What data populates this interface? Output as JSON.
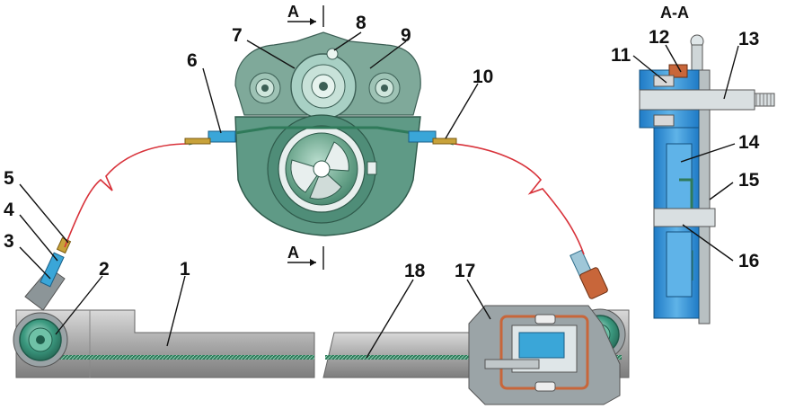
{
  "colors": {
    "housing": "#8a9ba0",
    "housing_dark": "#5f6f75",
    "housing_light": "#c4ced1",
    "green_motor": "#6ba58c",
    "green_dark": "#2f7a63",
    "cable_red": "#d8323a",
    "cable_green": "#2f7a5a",
    "sleeve_blue": "#3aa6d8",
    "section_blue": "#2d8ad2",
    "copper": "#c8663a",
    "rail_gray": "#b4b4b4"
  },
  "section_marks": {
    "top": "А",
    "bottom": "А",
    "view_title": "А-А"
  },
  "callouts": [
    {
      "id": "1",
      "text": "1"
    },
    {
      "id": "2",
      "text": "2"
    },
    {
      "id": "3",
      "text": "3"
    },
    {
      "id": "4",
      "text": "4"
    },
    {
      "id": "5",
      "text": "5"
    },
    {
      "id": "6",
      "text": "6"
    },
    {
      "id": "7",
      "text": "7"
    },
    {
      "id": "8",
      "text": "8"
    },
    {
      "id": "9",
      "text": "9"
    },
    {
      "id": "10",
      "text": "10"
    },
    {
      "id": "11",
      "text": "11"
    },
    {
      "id": "12",
      "text": "12"
    },
    {
      "id": "13",
      "text": "13"
    },
    {
      "id": "14",
      "text": "14"
    },
    {
      "id": "15",
      "text": "15"
    },
    {
      "id": "16",
      "text": "16"
    },
    {
      "id": "17",
      "text": "17"
    },
    {
      "id": "18",
      "text": "18"
    }
  ]
}
